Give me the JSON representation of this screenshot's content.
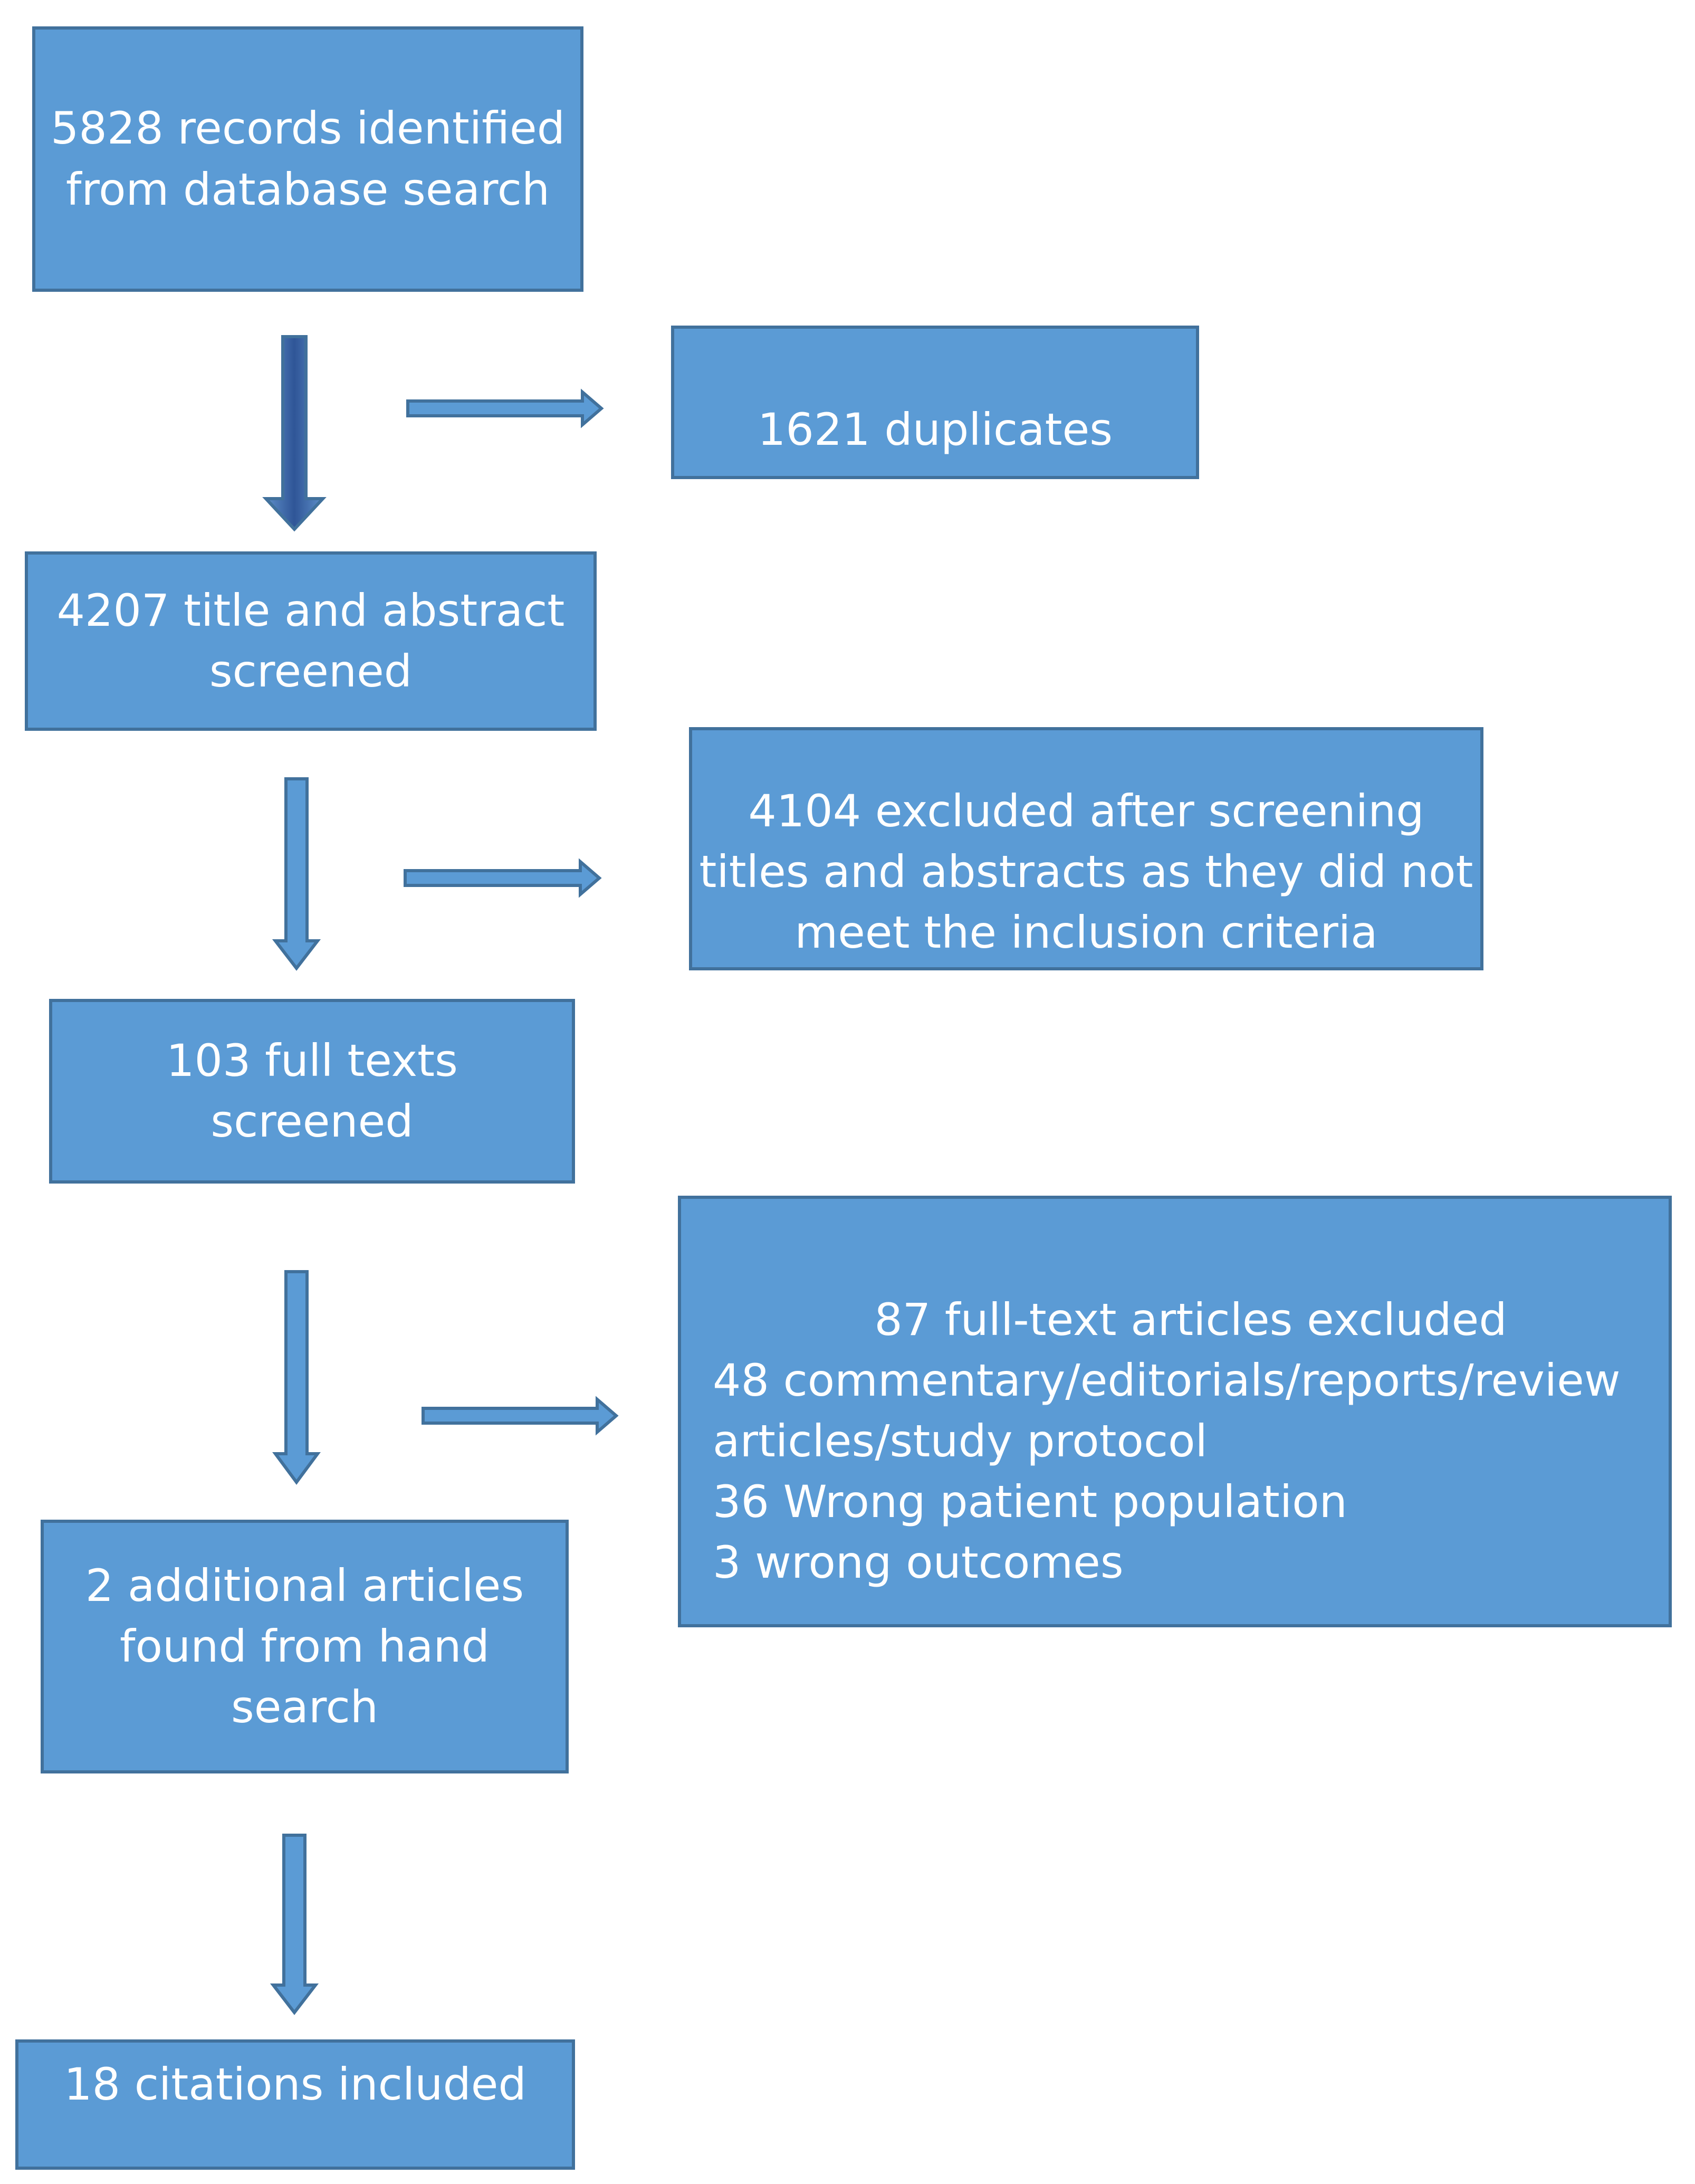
{
  "nodes": {
    "records_identified": {
      "lines": [
        "5828 records identified",
        "from database search"
      ]
    },
    "duplicates": {
      "lines": [
        "1621 duplicates"
      ]
    },
    "title_abstract_screened": {
      "lines": [
        "4207 title and abstract",
        "screened"
      ]
    },
    "excluded_title_abstract": {
      "lines": [
        "4104 excluded after screening",
        "titles and abstracts as they did not",
        "meet the inclusion criteria"
      ]
    },
    "full_texts_screened": {
      "lines": [
        "103 full texts",
        "screened"
      ]
    },
    "fulltext_excluded": {
      "heading": "87 full-text articles excluded",
      "lines": [
        "48 commentary/editorials/reports/review",
        "articles/study protocol",
        "36 Wrong patient population",
        "3 wrong outcomes"
      ]
    },
    "hand_search": {
      "lines": [
        "2 additional articles",
        "found from hand",
        "search"
      ]
    },
    "citations_included": {
      "lines": [
        "18 citations included"
      ]
    }
  },
  "colors": {
    "box_fill": "#5b9bd5",
    "box_border": "#41719c",
    "arrow_dark": "#3f6aa5",
    "text": "#ffffff"
  }
}
